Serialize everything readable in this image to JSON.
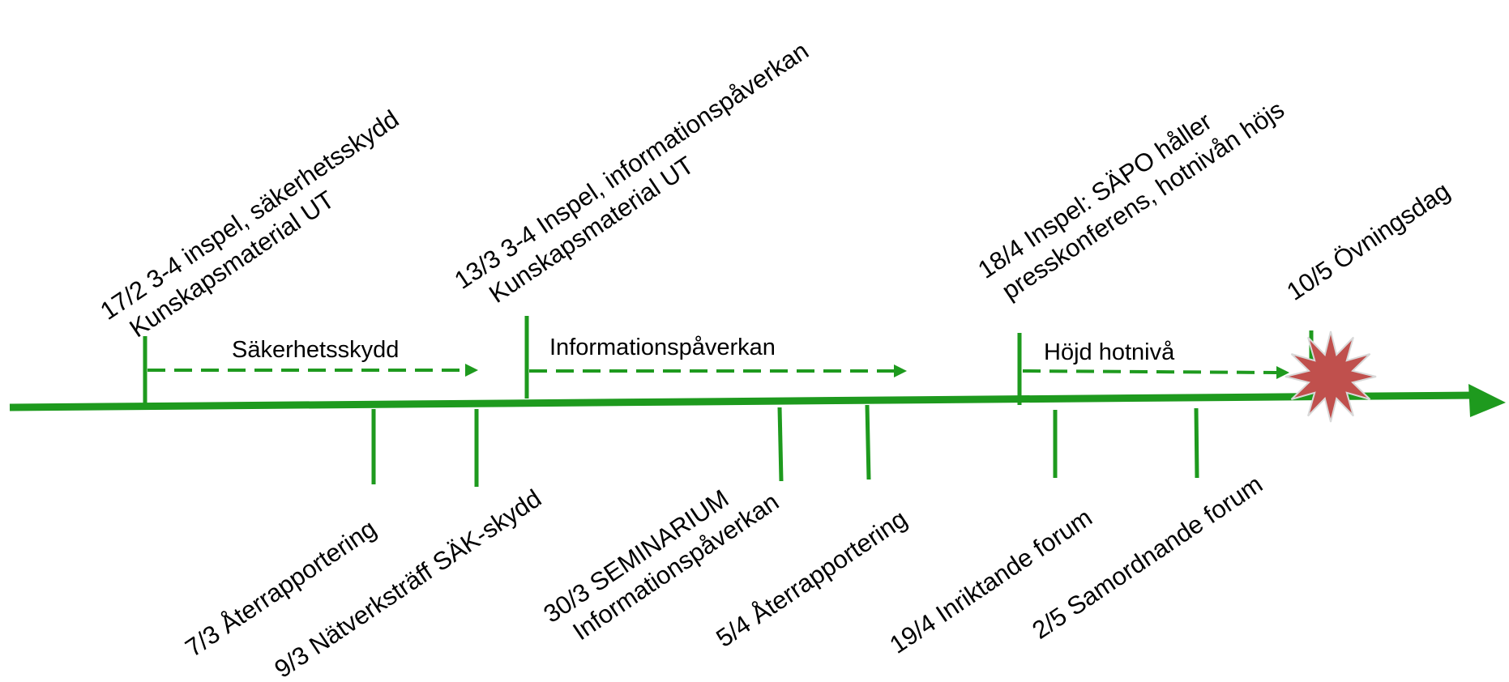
{
  "colors": {
    "timeline": "#1e9a1e",
    "burst": "#c0504d",
    "burst_edge": "#d9d9d9"
  },
  "phases": [
    {
      "label": "Säkerhetsskydd"
    },
    {
      "label": "Informationspåverkan"
    },
    {
      "label": "Höjd hotnivå"
    }
  ],
  "upper_events": [
    {
      "lines": [
        "17/2   3-4 inspel, säkerhetsskydd",
        "Kunskapsmaterial UT"
      ]
    },
    {
      "lines": [
        "13/3   3-4 Inspel, informationspåverkan",
        "Kunskapsmaterial UT"
      ]
    },
    {
      "lines": [
        "18/4 Inspel: SÄPO håller",
        "presskonferens, hotnivån höjs"
      ]
    },
    {
      "lines": [
        "10/5 Övningsdag"
      ]
    }
  ],
  "lower_events": [
    {
      "lines": [
        "7/3 Återrapportering"
      ]
    },
    {
      "lines": [
        "9/3 Nätverksträff SÄK-skydd"
      ]
    },
    {
      "lines": [
        "30/3 SEMINARIUM",
        "Informationspåverkan"
      ]
    },
    {
      "lines": [
        "5/4 Återrapportering"
      ]
    },
    {
      "lines": [
        "19/4 Inriktande forum"
      ]
    },
    {
      "lines": [
        "2/5 Samordnande forum"
      ]
    }
  ],
  "icons": {
    "burst": "exercise-day-burst-icon"
  }
}
